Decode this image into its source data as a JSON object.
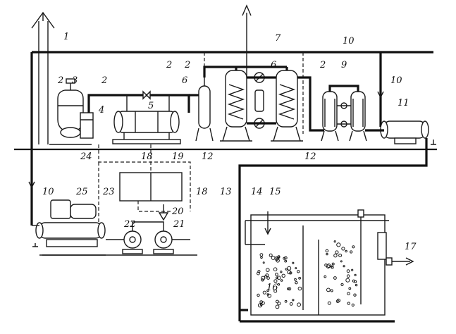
{
  "labels": [
    "1",
    "2",
    "3",
    "2",
    "4",
    "2",
    "5",
    "6",
    "2",
    "7",
    "6",
    "2",
    "9",
    "10",
    "10",
    "11",
    "12",
    "12",
    "24",
    "18",
    "19",
    "10",
    "25",
    "23",
    "18",
    "20",
    "22",
    "21",
    "13",
    "14",
    "15",
    "16",
    "17"
  ],
  "colors": {
    "ink": "#1a1a1a",
    "paper": "#ffffff"
  }
}
